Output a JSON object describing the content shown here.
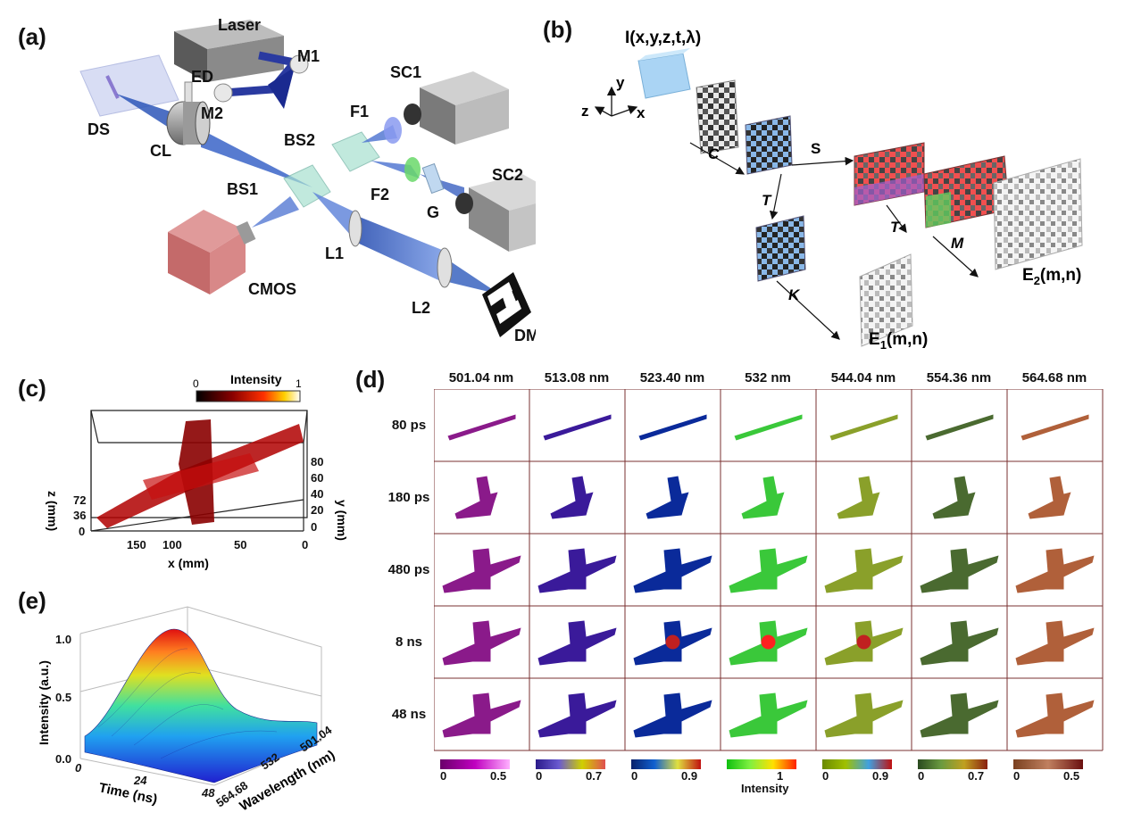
{
  "panels": {
    "a": "(a)",
    "b": "(b)",
    "c": "(c)",
    "d": "(d)",
    "e": "(e)"
  },
  "panel_a": {
    "labels": {
      "laser": "Laser",
      "m1": "M1",
      "ed": "ED",
      "m2": "M2",
      "ds": "DS",
      "cl": "CL",
      "sc1": "SC1",
      "f1": "F1",
      "bs2": "BS2",
      "sc2": "SC2",
      "bs1": "BS1",
      "f2": "F2",
      "g": "G",
      "cmos": "CMOS",
      "l1": "L1",
      "l2": "L2",
      "dmd": "DMD"
    }
  },
  "panel_b": {
    "title": "I(x,y,z,t,λ)",
    "axes": {
      "x": "x",
      "y": "y",
      "z": "z"
    },
    "ops": {
      "c": "C",
      "t1": "T",
      "s": "S",
      "t2": "T",
      "m": "M",
      "k": "K"
    },
    "e1": "E",
    "e1_sub": "1",
    "e1_arg": "(m,n)",
    "e2": "E",
    "e2_sub": "2",
    "e2_arg": "(m,n)"
  },
  "panel_c": {
    "colorbar_label": "Intensity",
    "colorbar_min": "0",
    "colorbar_max": "1",
    "xlabel": "x (mm)",
    "ylabel": "y (mm)",
    "zlabel": "z (mm)",
    "x_ticks": [
      "150",
      "100",
      "50",
      "0"
    ],
    "y_ticks": [
      "80",
      "60",
      "40",
      "20",
      "0"
    ],
    "z_ticks": [
      "72",
      "36",
      "0"
    ]
  },
  "panel_d": {
    "wavelengths": [
      "501.04 nm",
      "513.08 nm",
      "523.40 nm",
      "532 nm",
      "544.04 nm",
      "554.36 nm",
      "564.68 nm"
    ],
    "times": [
      "80 ps",
      "180 ps",
      "480 ps",
      "8 ns",
      "48 ns"
    ],
    "colorbars": [
      {
        "min": "0",
        "max": "0.5",
        "colors": [
          "#6a006a",
          "#c000c0",
          "#ffb0ff"
        ]
      },
      {
        "min": "0",
        "max": "0.7",
        "colors": [
          "#2a1a8a",
          "#6a5ad0",
          "#d0d000",
          "#e05050"
        ]
      },
      {
        "min": "0",
        "max": "0.9",
        "colors": [
          "#08206a",
          "#1060d0",
          "#e0e040",
          "#c01010"
        ]
      },
      {
        "min": "",
        "max": "1",
        "colors": [
          "#10c010",
          "#80f040",
          "#ffe000",
          "#ff2000"
        ]
      },
      {
        "min": "0",
        "max": "0.9",
        "colors": [
          "#6a8a00",
          "#a0c000",
          "#40a0e0",
          "#c01010"
        ]
      },
      {
        "min": "0",
        "max": "0.7",
        "colors": [
          "#2a4a20",
          "#6a9a40",
          "#c0a020",
          "#8a2010"
        ]
      },
      {
        "min": "0",
        "max": "0.5",
        "colors": [
          "#7a4020",
          "#c08060",
          "#6a1010"
        ]
      }
    ],
    "colorbar_label": "Intensity",
    "tints": [
      "#8a1a8a",
      "#3a1a9a",
      "#0a2a9a",
      "#3ac83a",
      "#8aa02a",
      "#4a6a30",
      "#b0603a"
    ]
  },
  "panel_e": {
    "xlabel": "Time (ns)",
    "ylabel": "Intensity (a.u.)",
    "wlabel": "Wavelength (nm)",
    "t_ticks": [
      "0",
      "24",
      "48"
    ],
    "w_ticks": [
      "564.68",
      "532",
      "501.04"
    ],
    "i_ticks": [
      "1.0",
      "0.5",
      "0.0"
    ]
  }
}
